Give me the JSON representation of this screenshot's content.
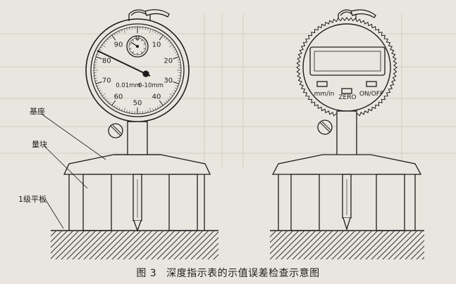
{
  "figure": {
    "number": "图 3",
    "title": "深度指示表的示值误差检查示意图"
  },
  "left_gauge": {
    "dial_numbers": [
      "0",
      "10",
      "20",
      "30",
      "40",
      "50",
      "60",
      "70",
      "80",
      "90"
    ],
    "unit_text_1": "0.01mm",
    "unit_text_2": "0-10mm",
    "labels": {
      "base": "基座",
      "block": "量块",
      "plate": "1级平板"
    }
  },
  "right_gauge": {
    "button_mm_in": "mm/in",
    "button_zero": "ZERO",
    "button_on_off": "ON/OFF"
  },
  "colors": {
    "ink": "#1c1c1c",
    "paper": "#e9e6df",
    "faint_table": "#cfcbc3"
  }
}
